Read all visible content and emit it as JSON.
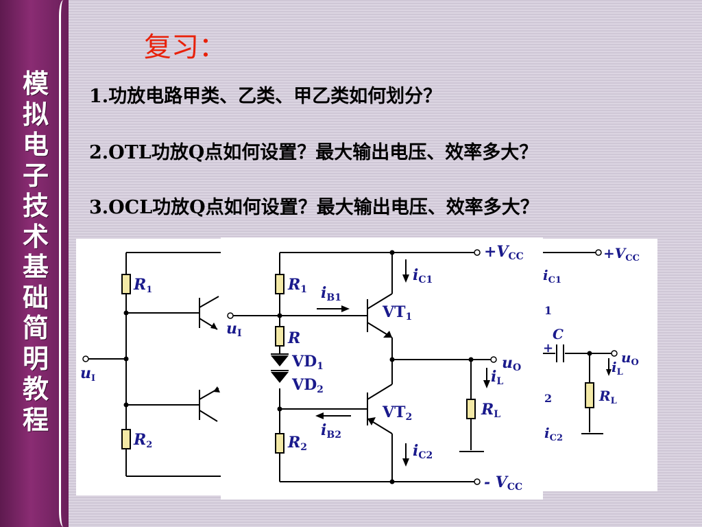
{
  "sidebar": {
    "title_chars": [
      "模",
      "拟",
      "电",
      "子",
      "技",
      "术",
      "基",
      "础",
      "简",
      "明",
      "教",
      "程"
    ]
  },
  "heading": "复习：",
  "questions": [
    "1.功放电路甲类、乙类、甲乙类如何划分？",
    "2.OTL功放Q点如何设置？最大输出电压、效率多大？",
    "3.OCL功放Q点如何设置？最大输出电压、效率多大？"
  ],
  "circuit_left": {
    "r1": "R",
    "r1_sub": "1",
    "r2": "R",
    "r2_sub": "2",
    "input": "u",
    "input_sub": "I"
  },
  "circuit_main": {
    "vcc_pos": "+V",
    "vcc_pos_sub": "CC",
    "vcc_neg": "- V",
    "vcc_neg_sub": "CC",
    "r1": "R",
    "r1_sub": "1",
    "r": "R",
    "vd1": "VD",
    "vd1_sub": "1",
    "vd2": "VD",
    "vd2_sub": "2",
    "r2": "R",
    "r2_sub": "2",
    "ib1": "i",
    "ib1_sub": "B1",
    "ib2": "i",
    "ib2_sub": "B2",
    "ic1": "i",
    "ic1_sub": "C1",
    "ic2": "i",
    "ic2_sub": "C2",
    "vt1": "VT",
    "vt1_sub": "1",
    "vt2": "VT",
    "vt2_sub": "2",
    "input": "u",
    "input_sub": "I",
    "output": "u",
    "output_sub": "O",
    "il": "i",
    "il_sub": "L",
    "rl": "R",
    "rl_sub": "L"
  },
  "circuit_right": {
    "vcc": "+V",
    "vcc_sub": "CC",
    "ic1": "i",
    "ic1_sub": "C1",
    "partial1": "1",
    "cap": "C",
    "plus": "+",
    "output": "u",
    "output_sub": "O",
    "il": "i",
    "il_sub": "L",
    "rl": "R",
    "rl_sub": "L",
    "partial2": "2",
    "ic2": "i",
    "ic2_sub": "C2"
  },
  "colors": {
    "heading": "#e8210a",
    "sidebar": "#7a2766",
    "resistor_fill": "#f3e9a6",
    "wire": "#000000"
  }
}
